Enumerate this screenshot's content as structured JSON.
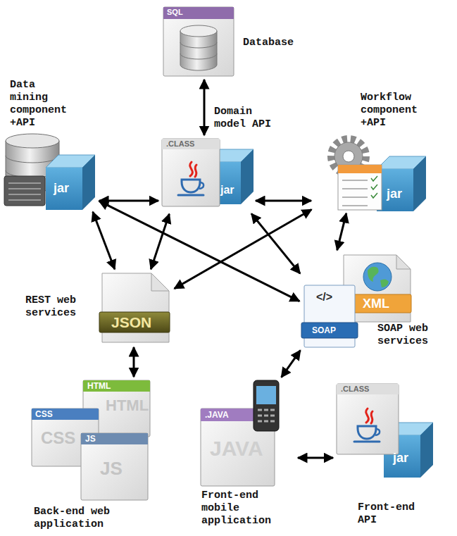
{
  "diagram": {
    "nodes": [
      {
        "text": [
          "Database"
        ]
      },
      {
        "text": [
          "Data mining component +API"
        ]
      },
      {
        "text": [
          "Domain model API"
        ]
      },
      {
        "text": [
          "Workflow component +API"
        ]
      },
      {
        "text": [
          "REST web services"
        ]
      },
      {
        "text": [
          "SOAP web services"
        ]
      },
      {
        "text": [
          "Back-end web application"
        ]
      },
      {
        "text": [
          "Front-end mobile application"
        ]
      },
      {
        "text": [
          "Front-end API"
        ]
      }
    ],
    "edges": [
      {
        "from": 0,
        "to": 2,
        "arrow": "both"
      },
      {
        "from": 1,
        "to": 2,
        "arrow": "both"
      },
      {
        "from": 2,
        "to": 3,
        "arrow": "both"
      },
      {
        "from": 1,
        "to": 4,
        "arrow": "both"
      },
      {
        "from": 2,
        "to": 4,
        "arrow": "both"
      },
      {
        "from": 3,
        "to": 4,
        "arrow": "both"
      },
      {
        "from": 1,
        "to": 5,
        "arrow": "both"
      },
      {
        "from": 2,
        "to": 5,
        "arrow": "both"
      },
      {
        "from": 3,
        "to": 5,
        "arrow": "both"
      },
      {
        "from": 4,
        "to": 6,
        "arrow": "both"
      },
      {
        "from": 5,
        "to": 7,
        "arrow": "both"
      },
      {
        "from": 7,
        "to": 8,
        "arrow": "both"
      }
    ],
    "labels": [
      "SQL",
      "jar",
      ".CLASS",
      "jar",
      "jar",
      "JSON",
      "</>",
      "SOAP",
      "XML",
      "HTML",
      "HTML",
      "CSS",
      "CSS",
      "JS",
      "JS",
      ".JAVA",
      "JAVA",
      ".CLASS",
      "jar"
    ]
  }
}
